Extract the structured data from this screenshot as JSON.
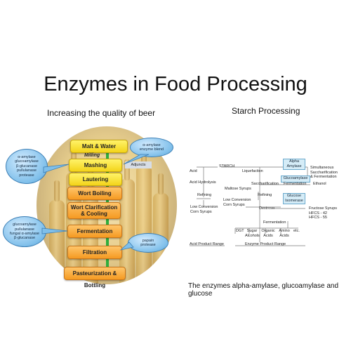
{
  "title": "Enzymes in Food Processing",
  "beer": {
    "subtitle": "Increasing the quality of beer",
    "stages": [
      "Malt & Water",
      "Mashing",
      "Lautering",
      "Wort Boiling",
      "Wort Clarification & Cooling",
      "Fermentation",
      "Filtration",
      "Pasteurization & Bottling"
    ],
    "milling": "Milling",
    "adjuncts": "Adjuncts",
    "bubbles": {
      "mashing_enzymes": [
        "α-amylase",
        "glucoamylase",
        "β-glucanase",
        "pullulanase",
        "protease"
      ],
      "enzyme_blend": [
        "α-amylase",
        "enzyme blend"
      ],
      "fermentation_enzymes": [
        "glucoamylase",
        "pullulanase",
        "fungal α-amylase",
        "β-glucanase"
      ],
      "papain": [
        "papain",
        "protease"
      ]
    }
  },
  "starch": {
    "subtitle": "Starch Processing",
    "labels": {
      "starch": "STARCH",
      "acid": "Acid",
      "acid_hydrolysis": "Acid Hydrolysis",
      "liquefaction": "Liquefaction",
      "alpha_amylase": [
        "Alpha",
        "Amylase"
      ],
      "glucoamylase": "Glucoamylase",
      "simultaneous": [
        "Simultaneous",
        "Saccharification",
        "& Fermentation"
      ],
      "maltose_syrups": "Maltose Syrups",
      "saccharification": "Saccharification",
      "fermentation_top": "Fermentation",
      "ethanol": "Ethanol",
      "refining_left": "Refining",
      "refining_mid": "Refining",
      "glucose_isomerase": [
        "Glucose",
        "Isomerase"
      ],
      "low_conv_left": [
        "Low Conversion",
        "Corn Syrups"
      ],
      "low_conv_mid": [
        "Low Conversion",
        "Corn Syrups"
      ],
      "dextrose": "Dextrose",
      "fructose": [
        "Fructose Syrups",
        "HFCS - 42",
        "HFCS - 55"
      ],
      "fermentation_bottom": "Fermentation",
      "products": [
        "DGT",
        "Sugar Alcohols",
        "Organic Acids",
        "Amino Acids",
        "etc."
      ],
      "acid_range": "Acid Product Range",
      "enzyme_range": "Enzyme Product Range"
    },
    "caption": "The enzymes alpha-amylase, glucoamylase and glucose"
  }
}
